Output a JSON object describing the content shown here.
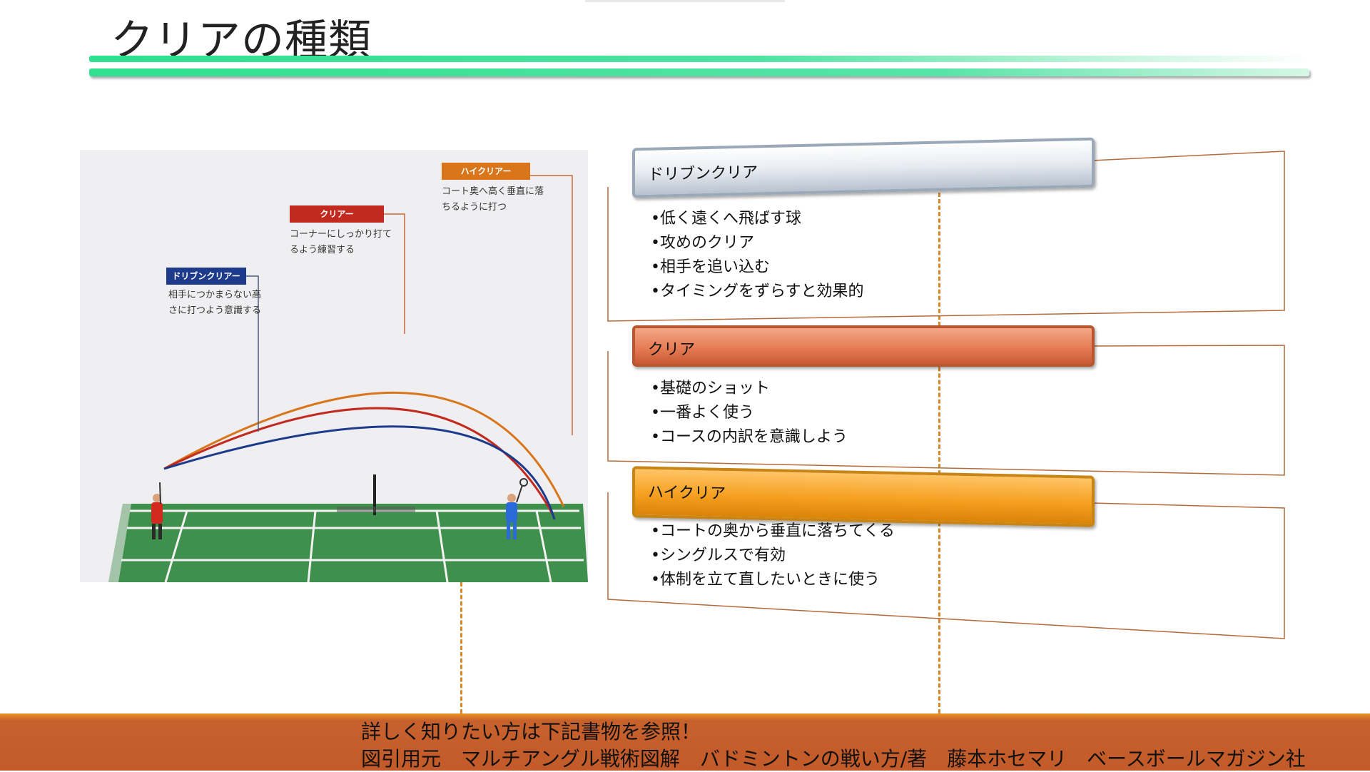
{
  "title": "クリアの種類",
  "illustration": {
    "high_clear": {
      "label": "ハイクリアー",
      "desc1": "コート奥へ高く垂直に落",
      "desc2": "ちるように打つ",
      "color": "#d9761c"
    },
    "clear": {
      "label": "クリアー",
      "desc1": "コーナーにしっかり打て",
      "desc2": "るよう練習する",
      "color": "#c22a1f"
    },
    "drive_clear": {
      "label": "ドリブンクリアー",
      "desc1": "相手につかまらない高",
      "desc2": "さに打つよう意識する",
      "color": "#1d3b8a"
    }
  },
  "boxes": [
    {
      "header": "ドリブンクリア",
      "bullets": [
        "•低く遠くへ飛ばす球",
        "•攻めのクリア",
        "•相手を追い込む",
        "•タイミングをずらすと効果的"
      ]
    },
    {
      "header": "クリア",
      "bullets": [
        "•基礎のショット",
        "•一番よく使う",
        "•コースの内訳を意識しよう"
      ]
    },
    {
      "header": "ハイクリア",
      "bullets": [
        "•コートの奥から垂直に落ちてくる",
        "•シングルスで有効",
        "•体制を立て直したいときに使う"
      ]
    }
  ],
  "footer": {
    "line1": "詳しく知りたい方は下記書物を参照！",
    "line2": "図引用元　マルチアングル戦術図解　バドミントンの戦い方/著　藤本ホセマリ　ベースボールマガジン社"
  },
  "colors": {
    "accent_green": "#2ee08f",
    "footer": "#c35a2a",
    "dash": "#d8862a"
  }
}
